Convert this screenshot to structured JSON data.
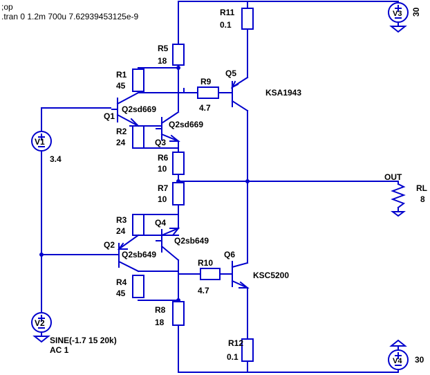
{
  "directives": {
    "op": ";op",
    "tran": ".tran 0 1.2m 700u 7.62939453125e-9"
  },
  "resistors": [
    {
      "ref": "R11",
      "value": "0.1"
    },
    {
      "ref": "R5",
      "value": "18"
    },
    {
      "ref": "R1",
      "value": "45"
    },
    {
      "ref": "R9",
      "value": "4.7"
    },
    {
      "ref": "R2",
      "value": "24"
    },
    {
      "ref": "R6",
      "value": "10"
    },
    {
      "ref": "R7",
      "value": "10"
    },
    {
      "ref": "R3",
      "value": "24"
    },
    {
      "ref": "R10",
      "value": "4.7"
    },
    {
      "ref": "R4",
      "value": "45"
    },
    {
      "ref": "R8",
      "value": "18"
    },
    {
      "ref": "R12",
      "value": "0.1"
    },
    {
      "ref": "RL",
      "value": "8"
    }
  ],
  "transistors": [
    {
      "ref": "Q1",
      "model": "Q2sd669"
    },
    {
      "ref": "Q3",
      "model": "Q2sd669"
    },
    {
      "ref": "Q5",
      "model": "KSA1943"
    },
    {
      "ref": "Q4",
      "model": "Q2sb649"
    },
    {
      "ref": "Q2",
      "model": "Q2sb649"
    },
    {
      "ref": "Q6",
      "model": "KSC5200"
    }
  ],
  "sources": [
    {
      "ref": "V1",
      "value": "3.4",
      "value2": ""
    },
    {
      "ref": "V2",
      "value": "SINE(-1.7 15 20k)",
      "value2": "AC 1"
    },
    {
      "ref": "V3",
      "value": "30",
      "value2": ""
    },
    {
      "ref": "V4",
      "value": "30",
      "value2": ""
    }
  ],
  "net_labels": {
    "out": "OUT"
  }
}
